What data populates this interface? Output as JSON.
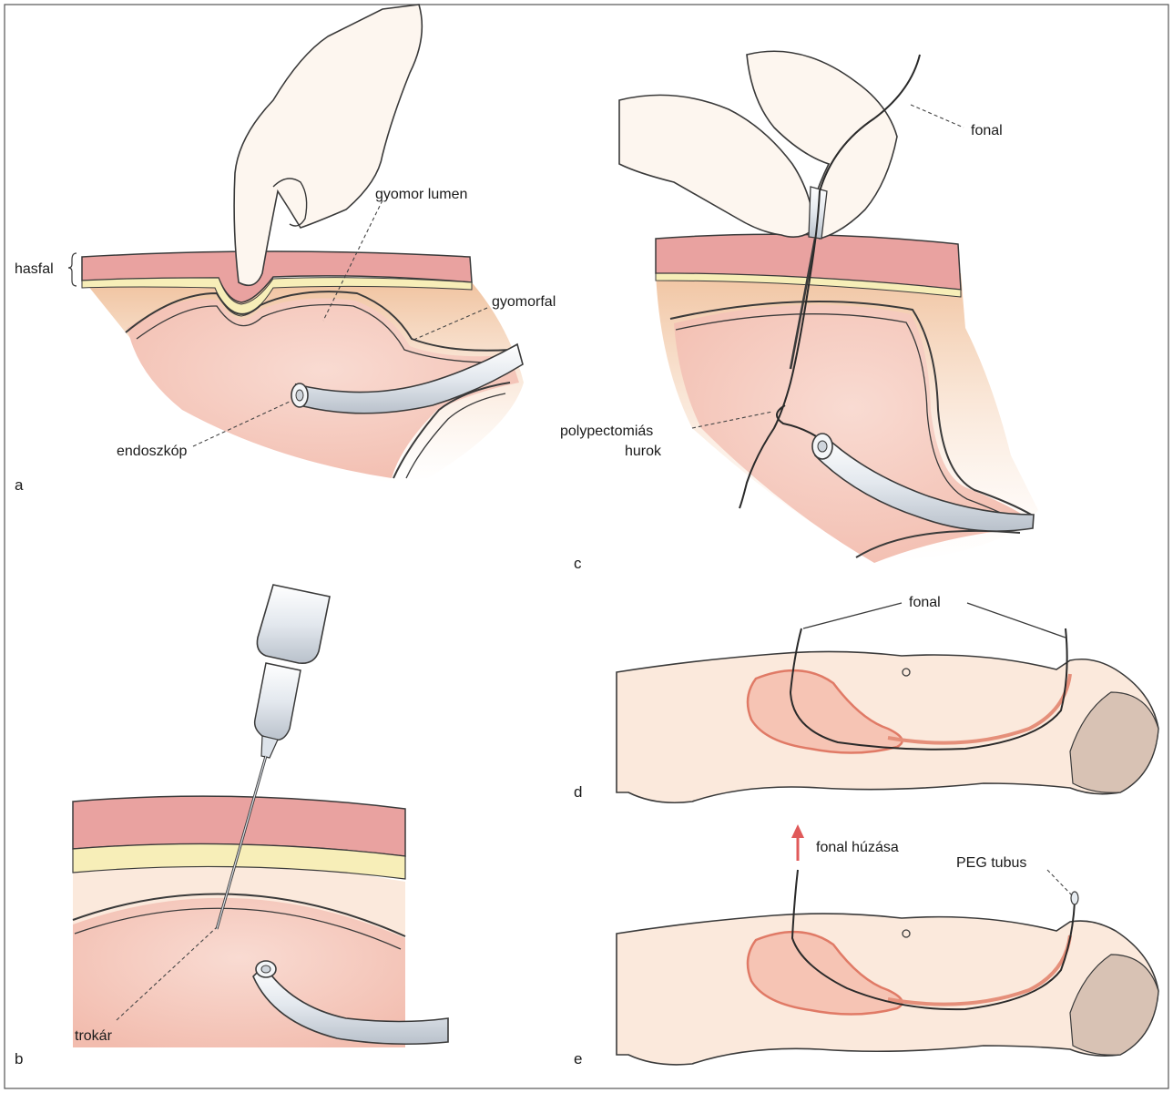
{
  "panels": {
    "a": {
      "letter": "a",
      "labels": {
        "hasfal": "hasfal",
        "gyomor_lumen": "gyomor lumen",
        "gyomorfal": "gyomorfal",
        "endoszkop": "endoszkóp"
      }
    },
    "b": {
      "letter": "b",
      "labels": {
        "trokar": "trokár"
      }
    },
    "c": {
      "letter": "c",
      "labels": {
        "fonal": "fonal",
        "hurok_line1": "polypectomiás",
        "hurok_line2": "hurok"
      }
    },
    "d": {
      "letter": "d",
      "labels": {
        "fonal": "fonal"
      }
    },
    "e": {
      "letter": "e",
      "labels": {
        "fonal_huzasa": "fonal húzása",
        "peg_tubus": "PEG tubus"
      }
    }
  },
  "colors": {
    "skin": "#fbe9dc",
    "muscle": "#e9a2a0",
    "fat": "#f7eeb8",
    "stomach": "#f6cfc4",
    "tissue_shadow": "#f2c6a3",
    "endoscope": "#e4e9ef",
    "arrow": "#e05a5a"
  }
}
